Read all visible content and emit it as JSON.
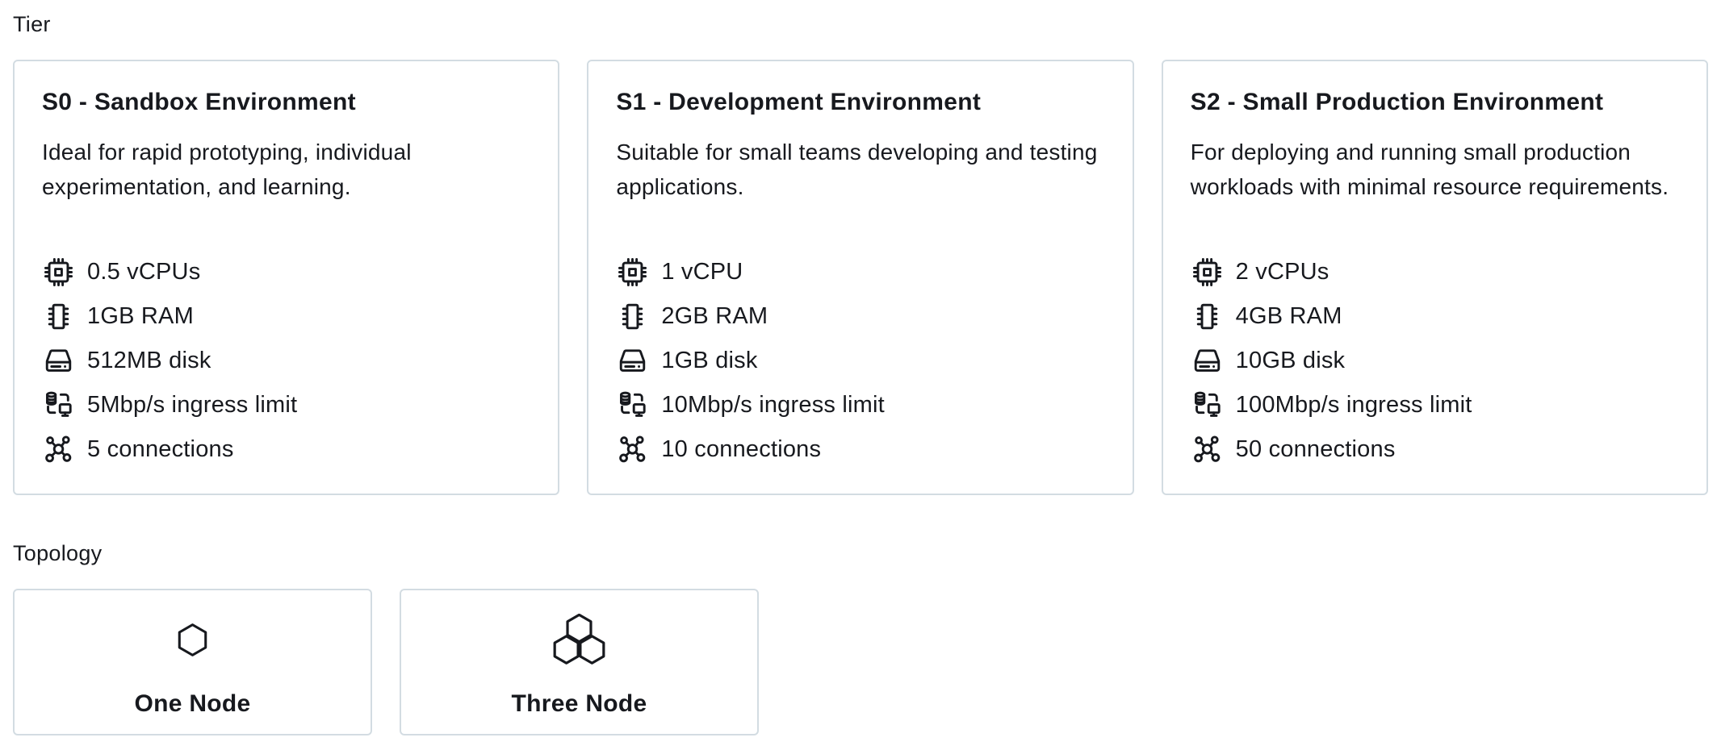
{
  "theme": {
    "background": "#ffffff",
    "text": "#17191e",
    "card_border": "#d3dce2"
  },
  "tier_section": {
    "label": "Tier",
    "cards": [
      {
        "title": "S0 - Sandbox Environment",
        "description": "Ideal for rapid prototyping, individual experimentation, and learning.",
        "specs": [
          {
            "icon": "cpu-icon",
            "label": "0.5 vCPUs"
          },
          {
            "icon": "ram-icon",
            "label": "1GB RAM"
          },
          {
            "icon": "disk-icon",
            "label": "512MB disk"
          },
          {
            "icon": "ingress-icon",
            "label": "5Mbp/s ingress limit"
          },
          {
            "icon": "connections-icon",
            "label": "5 connections"
          }
        ]
      },
      {
        "title": "S1 - Development Environment",
        "description": "Suitable for small teams developing and testing applications.",
        "specs": [
          {
            "icon": "cpu-icon",
            "label": "1 vCPU"
          },
          {
            "icon": "ram-icon",
            "label": "2GB RAM"
          },
          {
            "icon": "disk-icon",
            "label": "1GB disk"
          },
          {
            "icon": "ingress-icon",
            "label": "10Mbp/s ingress limit"
          },
          {
            "icon": "connections-icon",
            "label": "10 connections"
          }
        ]
      },
      {
        "title": "S2 - Small Production Environment",
        "description": "For deploying and running small production workloads with minimal resource requirements.",
        "specs": [
          {
            "icon": "cpu-icon",
            "label": "2 vCPUs"
          },
          {
            "icon": "ram-icon",
            "label": "4GB RAM"
          },
          {
            "icon": "disk-icon",
            "label": "10GB disk"
          },
          {
            "icon": "ingress-icon",
            "label": "100Mbp/s ingress limit"
          },
          {
            "icon": "connections-icon",
            "label": "50 connections"
          }
        ]
      }
    ]
  },
  "topology_section": {
    "label": "Topology",
    "options": [
      {
        "icon": "one-node-icon",
        "label": "One Node"
      },
      {
        "icon": "three-node-icon",
        "label": "Three Node"
      }
    ]
  }
}
